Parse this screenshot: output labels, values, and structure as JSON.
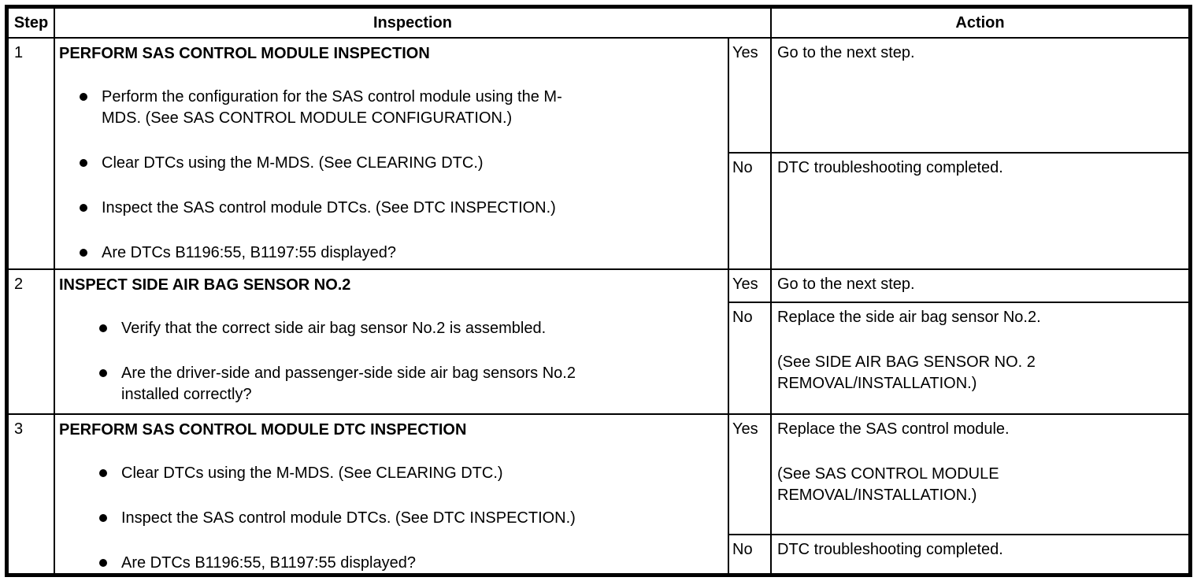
{
  "header": {
    "step": "Step",
    "inspection": "Inspection",
    "action": "Action"
  },
  "rows": [
    {
      "step": "1",
      "title": "PERFORM SAS CONTROL MODULE INSPECTION",
      "bullets": [
        "Perform the configuration for the SAS control module using the M-MDS. (See SAS CONTROL MODULE CONFIGURATION.)",
        "Clear DTCs using the M-MDS. (See CLEARING DTC.)",
        "Inspect the SAS control module DTCs. (See DTC INSPECTION.)",
        "Are DTCs B1196:55, B1197:55 displayed?"
      ],
      "yes": {
        "label": "Yes",
        "action": "Go to the next step."
      },
      "no": {
        "label": "No",
        "action": "DTC troubleshooting completed."
      }
    },
    {
      "step": "2",
      "title": "INSPECT SIDE AIR BAG SENSOR NO.2",
      "bullets": [
        "Verify that the correct side air bag sensor No.2 is assembled.",
        "Are the driver-side and passenger-side side air bag sensors No.2 installed correctly?"
      ],
      "yes": {
        "label": "Yes",
        "action": "Go to the next step."
      },
      "no": {
        "label": "No",
        "action": "Replace the side air bag sensor No.2.",
        "ref": "(See SIDE AIR BAG SENSOR NO. 2 REMOVAL/INSTALLATION.)"
      }
    },
    {
      "step": "3",
      "title": "PERFORM SAS CONTROL MODULE DTC INSPECTION",
      "bullets": [
        "Clear DTCs using the M-MDS. (See CLEARING DTC.)",
        "Inspect the SAS control module DTCs. (See DTC INSPECTION.)",
        "Are DTCs B1196:55, B1197:55 displayed?"
      ],
      "yes": {
        "label": "Yes",
        "action": "Replace the SAS control module.",
        "ref": "(See SAS CONTROL MODULE REMOVAL/INSTALLATION.)"
      },
      "no": {
        "label": "No",
        "action": "DTC troubleshooting completed."
      }
    }
  ]
}
